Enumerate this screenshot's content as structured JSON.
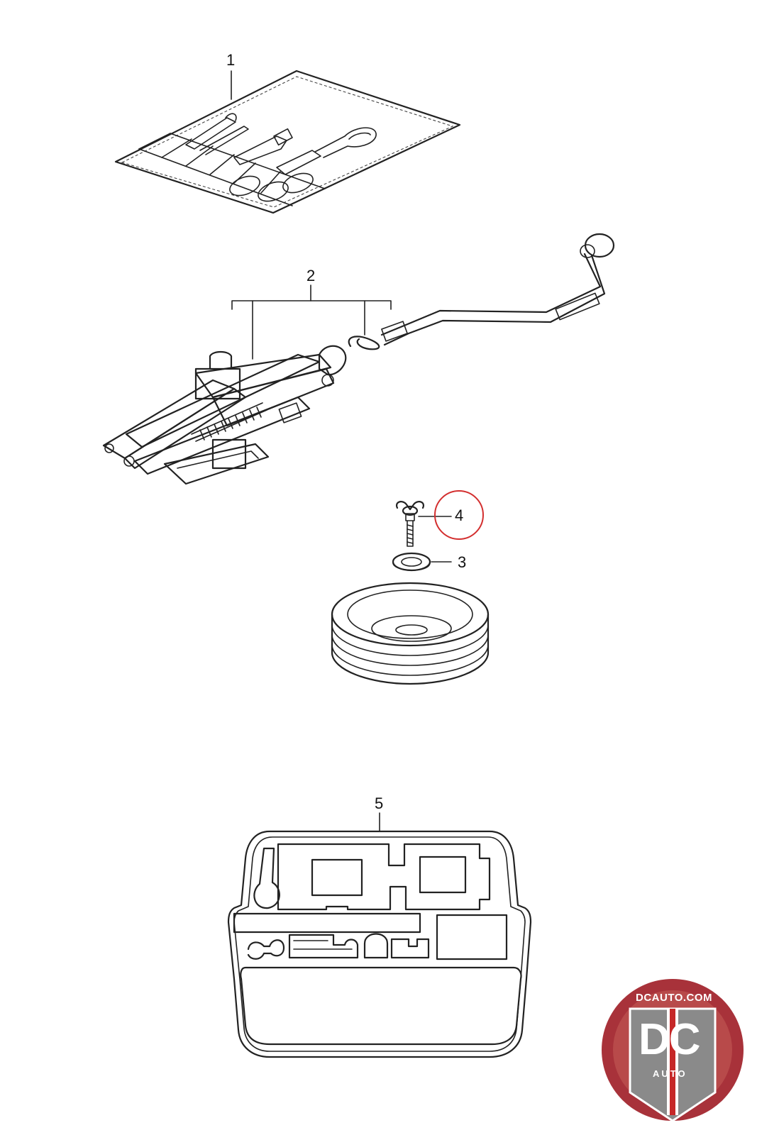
{
  "callouts": {
    "c1": "1",
    "c2": "2",
    "c3": "3",
    "c4": "4",
    "c5": "5"
  },
  "highlight": {
    "callout": "4",
    "color": "#d32f2f"
  },
  "parts": [
    {
      "callout": "1",
      "icon": "tool-kit-roll-icon"
    },
    {
      "callout": "2",
      "icon": "scissor-jack-with-crank-icon"
    },
    {
      "callout": "3",
      "icon": "washer-icon"
    },
    {
      "callout": "4",
      "icon": "wing-bolt-icon"
    },
    {
      "callout": "5",
      "icon": "foam-storage-tray-icon"
    }
  ],
  "logo": {
    "top_text": "DCAUTO.COM",
    "main_text": "DC",
    "sub_text": "AUTO",
    "colors": {
      "ring": "#a8323a",
      "inner": "#8a8a8a",
      "stripe": "#ffffff"
    }
  }
}
